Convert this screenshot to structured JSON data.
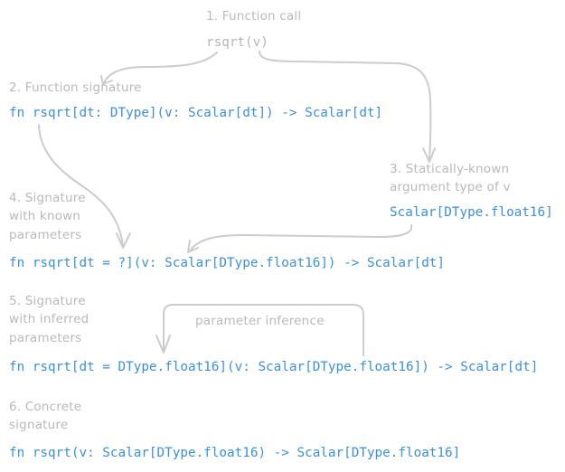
{
  "steps": [
    {
      "id": "1",
      "label": "1. Function call",
      "code": "rsqrt(v)"
    },
    {
      "id": "2",
      "label": "2. Function signature",
      "code": "fn rsqrt[dt: DType](v: Scalar[dt]) -> Scalar[dt]"
    },
    {
      "id": "3",
      "label_lines": [
        "3. Statically-known",
        "argument type of v"
      ],
      "code": "Scalar[DType.float16]"
    },
    {
      "id": "4",
      "label_lines": [
        "4. Signature",
        "with known",
        "parameters"
      ],
      "code": "fn rsqrt[dt = ?](v: Scalar[DType.float16]) -> Scalar[dt]"
    },
    {
      "id": "5",
      "label_lines": [
        "5. Signature",
        "with inferred",
        "parameters"
      ],
      "code": "fn rsqrt[dt = DType.float16](v: Scalar[DType.float16]) -> Scalar[dt]"
    },
    {
      "id": "6",
      "label_lines": [
        "6. Concrete",
        "signature"
      ],
      "code": "fn rsqrt(v: Scalar[DType.float16) -> Scalar[DType.float16]"
    }
  ],
  "annotations": {
    "parameter_inference": "parameter inference"
  },
  "colors": {
    "code": "#3a8fe0",
    "label": "#b9b9b9",
    "arrow": "#cccccc"
  }
}
